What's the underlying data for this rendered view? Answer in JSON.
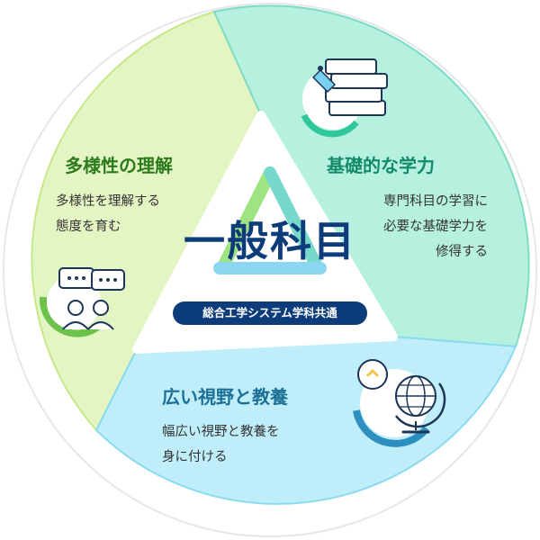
{
  "center": {
    "title": "一般科目",
    "subtitle": "総合工学システム学科共通"
  },
  "sections": [
    {
      "id": "diversity",
      "title": "多様性の理解",
      "body_lines": [
        "多様性を理解する",
        "態度を育む"
      ],
      "icon": "speech-bubbles-people-icon",
      "fill": "#e4f5c4",
      "stroke": "#c6e88a",
      "title_color": "#2d7a1d"
    },
    {
      "id": "basic-skills",
      "title": "基礎的な学力",
      "body_lines": [
        "専門科目の学習に",
        "必要な基礎学力を",
        "修得する"
      ],
      "icon": "books-icon",
      "fill": "#b6f1df",
      "stroke": "#7fdcc2",
      "title_color": "#138a6a"
    },
    {
      "id": "broad-view",
      "title": "広い視野と教養",
      "body_lines": [
        "幅広い視野と教養を",
        "身に付ける"
      ],
      "icon": "globe-lightbulb-icon",
      "fill": "#bfeefa",
      "stroke": "#8adaf0",
      "title_color": "#1c6f96"
    }
  ],
  "colors": {
    "navy": "#0d3c7a",
    "triangle_green": "#8ee06a",
    "triangle_teal": "#5fd3c3",
    "triangle_blue": "#7ad0f0"
  }
}
